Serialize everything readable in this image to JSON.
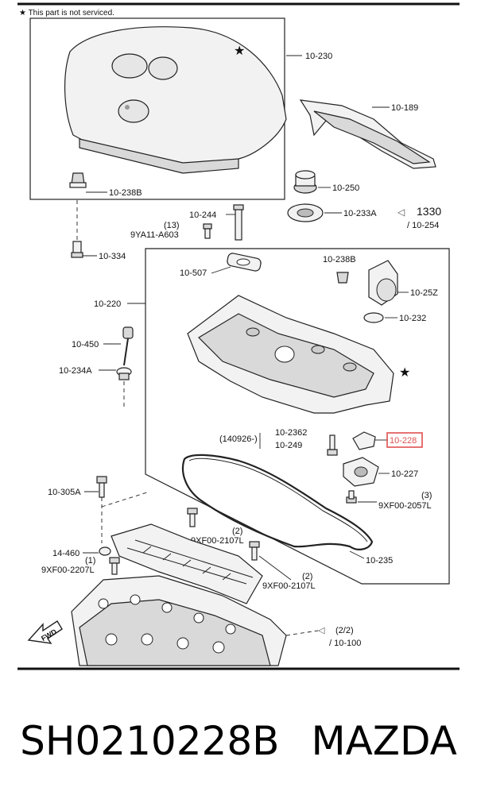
{
  "note": "★ This part is not serviced.",
  "labels": {
    "p10_230": "10-230",
    "p10_189": "10-189",
    "p10_238B_a": "10-238B",
    "p10_250": "10-250",
    "p10_244": "10-244",
    "p13": "(13)",
    "p9YA11": "9YA11-A603",
    "p10_233A": "10-233A",
    "p1330": "1330",
    "p10_254": "/ 10-254",
    "p10_334": "10-334",
    "p10_507": "10-507",
    "p10_238B_b": "10-238B",
    "p10_220": "10-220",
    "p10_25Z": "10-25Z",
    "p10_232": "10-232",
    "p10_450": "10-450",
    "p10_234A": "10-234A",
    "p140926": "(140926-)",
    "p10_2362": "10-2362",
    "p10_249": "10-249",
    "p10_228": "10-228",
    "p10_227": "10-227",
    "p10_305A": "10-305A",
    "p3": "(3)",
    "p9XF00_2057L": "9XF00-2057L",
    "p2a": "(2)",
    "p9XF00_2107L_a": "9XF00-2107L",
    "p14_460": "14-460",
    "p1": "(1)",
    "p9XF00_2207L": "9XF00-2207L",
    "p10_235": "10-235",
    "p2b": "(2)",
    "p9XF00_2107L_b": "9XF00-2107L",
    "p2_2": "(2/2)",
    "p10_100": "/ 10-100",
    "fwd": "FWD"
  },
  "caption": {
    "part_number": "SH0210228B",
    "brand": "MAZDA"
  },
  "colors": {
    "highlight": "#e05050"
  }
}
